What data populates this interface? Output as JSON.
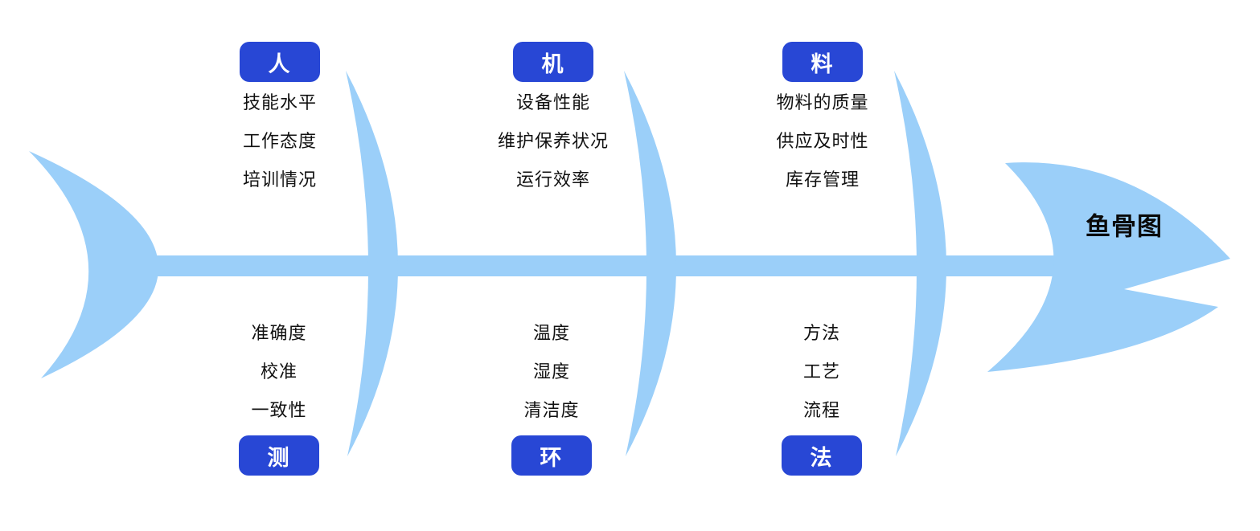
{
  "title": "鱼骨图",
  "colors": {
    "bone": "#9BCFF9",
    "badge_bg": "#2847D5",
    "badge_text": "#FFFFFF",
    "cause_text": "#111111",
    "title_text": "#0A0A0A",
    "background": "#FFFFFF"
  },
  "categories": [
    {
      "id": "man",
      "label": "人",
      "position": "top",
      "items": [
        "技能水平",
        "工作态度",
        "培训情况"
      ]
    },
    {
      "id": "machine",
      "label": "机",
      "position": "top",
      "items": [
        "设备性能",
        "维护保养状况",
        "运行效率"
      ]
    },
    {
      "id": "material",
      "label": "料",
      "position": "top",
      "items": [
        "物料的质量",
        "供应及时性",
        "库存管理"
      ]
    },
    {
      "id": "measurement",
      "label": "测",
      "position": "bottom",
      "items": [
        "准确度",
        "校准",
        "一致性"
      ]
    },
    {
      "id": "environment",
      "label": "环",
      "position": "bottom",
      "items": [
        "温度",
        "湿度",
        "清洁度"
      ]
    },
    {
      "id": "method",
      "label": "法",
      "position": "bottom",
      "items": [
        "方法",
        "工艺",
        "流程"
      ]
    }
  ]
}
